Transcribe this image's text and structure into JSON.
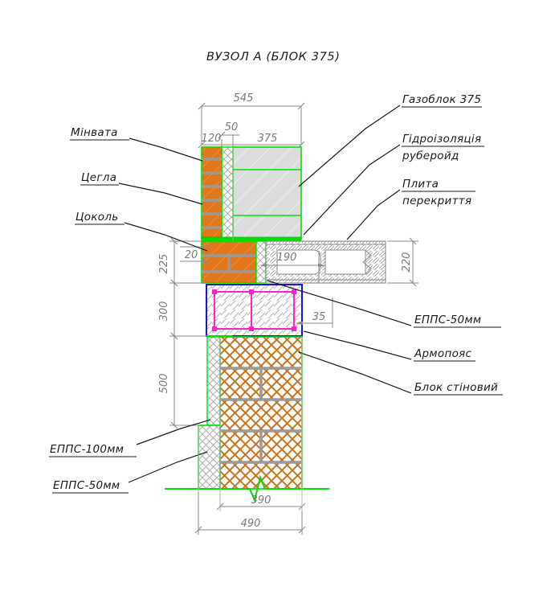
{
  "drawing": {
    "title": "ВУЗОЛ А (БЛОК 375)",
    "type": "construction-section-detail",
    "colors": {
      "brick": "#E2761B",
      "mortar": "#9a9a9a",
      "outline_green": "#00E000",
      "armopoyas_border": "#1515E0",
      "rebar": "#FF22CC",
      "block_hatch": "#C8741E",
      "gasblock_fill": "#DCDCDC",
      "dimension_gray": "#8a8a8a",
      "leader_black": "#1a1a1a"
    }
  },
  "labels_left": [
    {
      "id": "minvata",
      "text": "Мінвата"
    },
    {
      "id": "tsegla",
      "text": "Цегла"
    },
    {
      "id": "tsokol",
      "text": "Цоколь"
    },
    {
      "id": "epps100",
      "text": "ЕППС-100мм"
    },
    {
      "id": "epps50_bl",
      "text": "ЕППС-50мм"
    }
  ],
  "labels_right": [
    {
      "id": "gazoblok",
      "line1": "Газоблок 375",
      "line2": ""
    },
    {
      "id": "gidro",
      "line1": "Гідроізоляція",
      "line2": "руберойд"
    },
    {
      "id": "plita",
      "line1": "Плита",
      "line2": "перекриття"
    },
    {
      "id": "epps50_r",
      "line1": "ЕППС-50мм",
      "line2": ""
    },
    {
      "id": "armopoyas",
      "line1": "Армопояс",
      "line2": ""
    },
    {
      "id": "blok",
      "line1": "Блок стіновий",
      "line2": ""
    }
  ],
  "dimensions": {
    "top_overall": "545",
    "top_chain": [
      "120",
      "50",
      "375"
    ],
    "left_chain": [
      "225",
      "300",
      "500"
    ],
    "inner_20": "20",
    "inner_190": "190",
    "slab_220": "220",
    "offset_35": "35",
    "bottom_390": "390",
    "bottom_490": "490"
  }
}
